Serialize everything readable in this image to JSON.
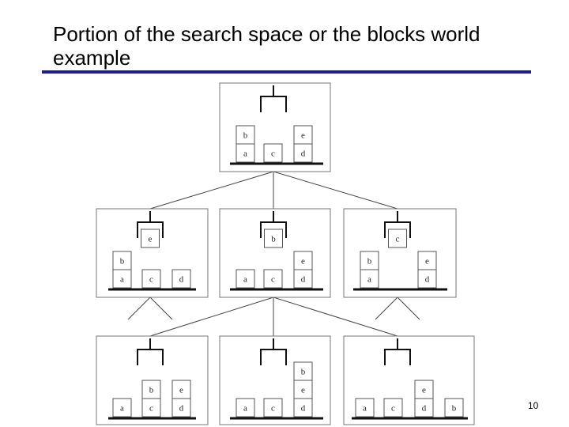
{
  "slide": {
    "title": "Portion of the search space or the blocks world example",
    "page_number": "10",
    "accent_color": "#1a1aa6"
  },
  "states": [
    {
      "id": "root",
      "held": null,
      "stacks": [
        [
          "a",
          "b"
        ],
        [
          "c"
        ],
        [
          "d",
          "e"
        ]
      ]
    },
    {
      "id": "level1-left",
      "held": "e",
      "stacks": [
        [
          "a",
          "b"
        ],
        [
          "c"
        ],
        [
          "d"
        ]
      ]
    },
    {
      "id": "level1-middle",
      "held": "b",
      "stacks": [
        [
          "a"
        ],
        [
          "c"
        ],
        [
          "d",
          "e"
        ]
      ]
    },
    {
      "id": "level1-right",
      "held": "c",
      "stacks": [
        [
          "a",
          "b"
        ],
        [],
        [
          "d",
          "e"
        ]
      ]
    },
    {
      "id": "level2-left",
      "held": null,
      "stacks": [
        [
          "a"
        ],
        [
          "c",
          "b"
        ],
        [
          "d",
          "e"
        ]
      ]
    },
    {
      "id": "level2-middle",
      "held": null,
      "stacks": [
        [
          "a"
        ],
        [
          "c"
        ],
        [
          "d",
          "e",
          "b"
        ]
      ]
    },
    {
      "id": "level2-right",
      "held": null,
      "stacks": [
        [
          "a"
        ],
        [
          "c"
        ],
        [
          "d",
          "e"
        ],
        [
          "b"
        ]
      ]
    }
  ]
}
